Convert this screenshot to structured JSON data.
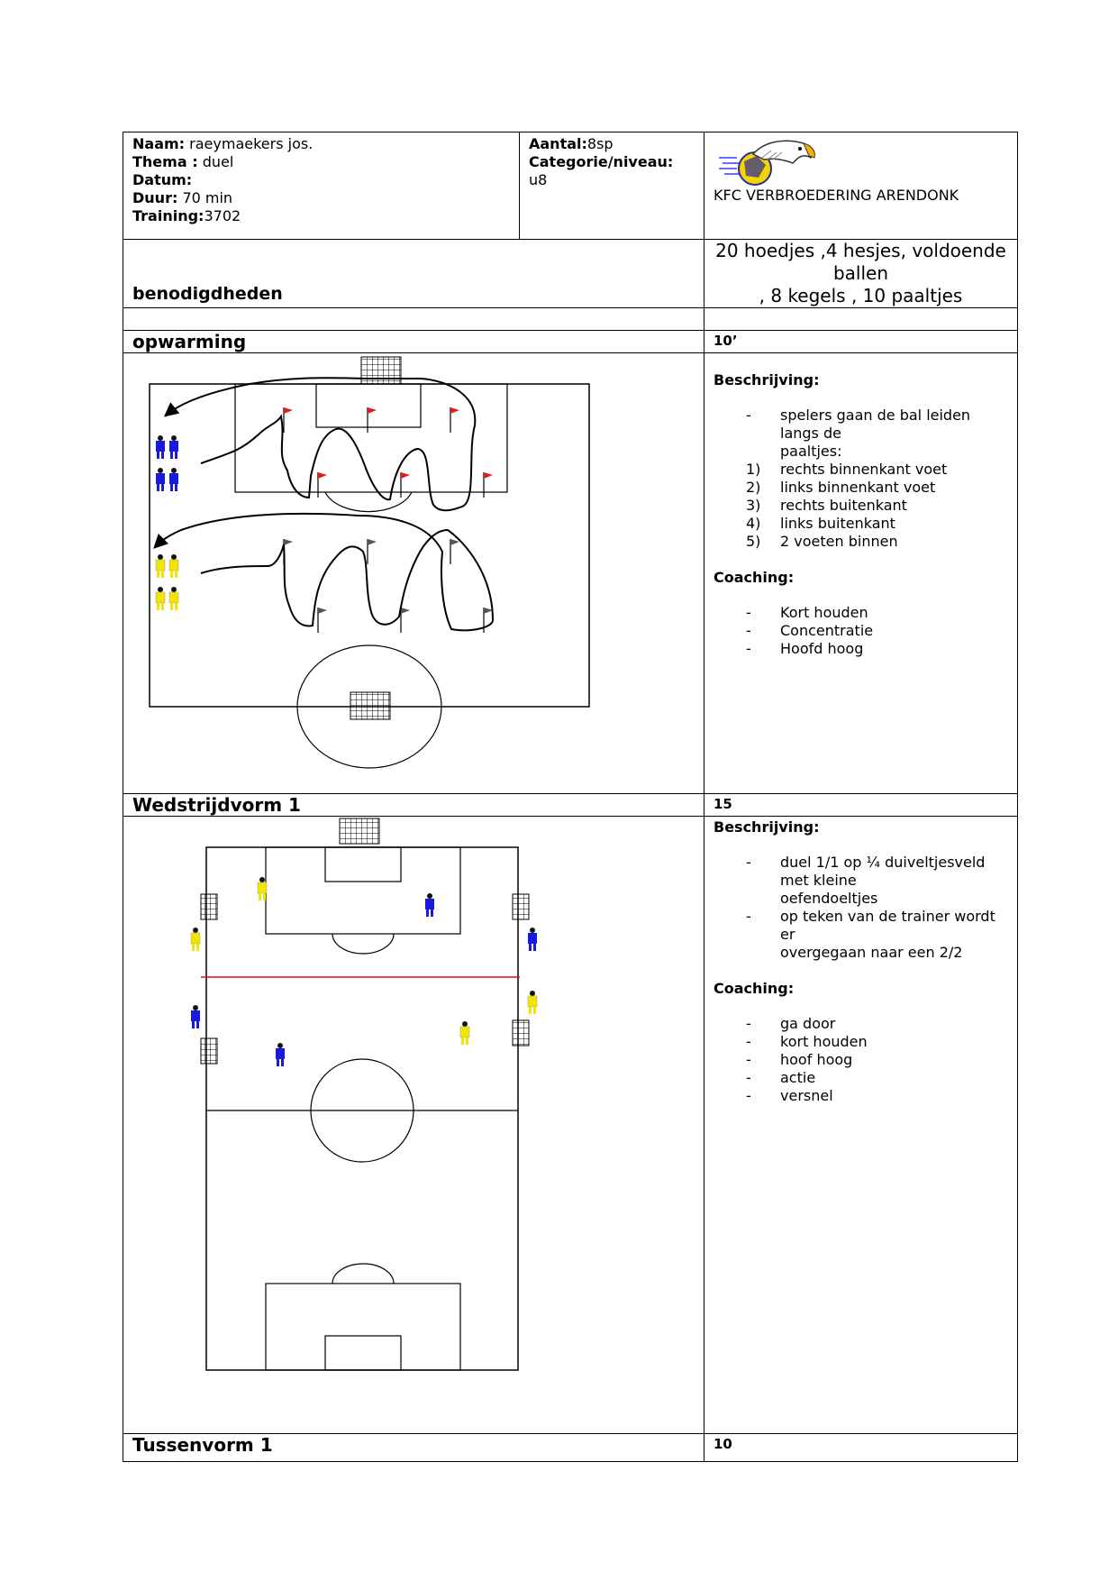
{
  "header": {
    "naam_label": "Naam:",
    "naam": "raeymaekers jos.",
    "thema_label": "Thema :",
    "thema": "duel",
    "datum_label": "Datum:",
    "duur_label": "Duur:",
    "duur": "70 min",
    "training_label": "Training:",
    "training": "3702",
    "aantal_label": "Aantal:",
    "aantal": "8sp",
    "categorie_label": "Categorie/niveau:",
    "categorie": "u8",
    "club": "KFC VERBROEDERING ARENDONK"
  },
  "benodigdheden": {
    "label": "benodigdheden",
    "line1": "20 hoedjes ,4 hesjes, voldoende ballen",
    "line2": ", 8 kegels , 10 paaltjes"
  },
  "sections": [
    {
      "title": "opwarming",
      "time": "10’",
      "beschrijving_label": "Beschrijving:",
      "beschrijving": [
        {
          "bullet": "-",
          "text": "spelers gaan de bal leiden langs de"
        },
        {
          "bullet": "",
          "text": "paaltjes:"
        },
        {
          "bullet": "1)",
          "text": "rechts binnenkant voet"
        },
        {
          "bullet": "2)",
          "text": "links binnenkant voet"
        },
        {
          "bullet": "3)",
          "text": "rechts buitenkant"
        },
        {
          "bullet": "4)",
          "text": "links buitenkant"
        },
        {
          "bullet": "5)",
          "text": "2 voeten binnen"
        }
      ],
      "coaching_label": "Coaching:",
      "coaching": [
        {
          "bullet": "-",
          "text": "Kort houden"
        },
        {
          "bullet": "-",
          "text": "Concentratie"
        },
        {
          "bullet": "-",
          "text": "Hoofd hoog"
        }
      ]
    },
    {
      "title": "Wedstrijdvorm 1",
      "time": "15",
      "beschrijving_label": "Beschrijving:",
      "beschrijving": [
        {
          "bullet": "-",
          "text": "duel 1/1 op ¼ duiveltjesveld met kleine"
        },
        {
          "bullet": "",
          "text": "oefendoeltjes"
        },
        {
          "bullet": "-",
          "text": "op teken van de  trainer wordt er"
        },
        {
          "bullet": "",
          "text": "overgegaan naar een 2/2"
        }
      ],
      "coaching_label": "Coaching:",
      "coaching": [
        {
          "bullet": "-",
          "text": "ga door"
        },
        {
          "bullet": "-",
          "text": "kort houden"
        },
        {
          "bullet": "-",
          "text": "hoof hoog"
        },
        {
          "bullet": "-",
          "text": "actie"
        },
        {
          "bullet": "-",
          "text": "versnel"
        }
      ]
    },
    {
      "title": "Tussenvorm 1",
      "time": "10"
    }
  ],
  "colors": {
    "blue_team": "#1a1adf",
    "yellow_team": "#f2e600",
    "flag_red": "#e21b1b",
    "flag_grey": "#555555",
    "red_line": "#e01010"
  }
}
